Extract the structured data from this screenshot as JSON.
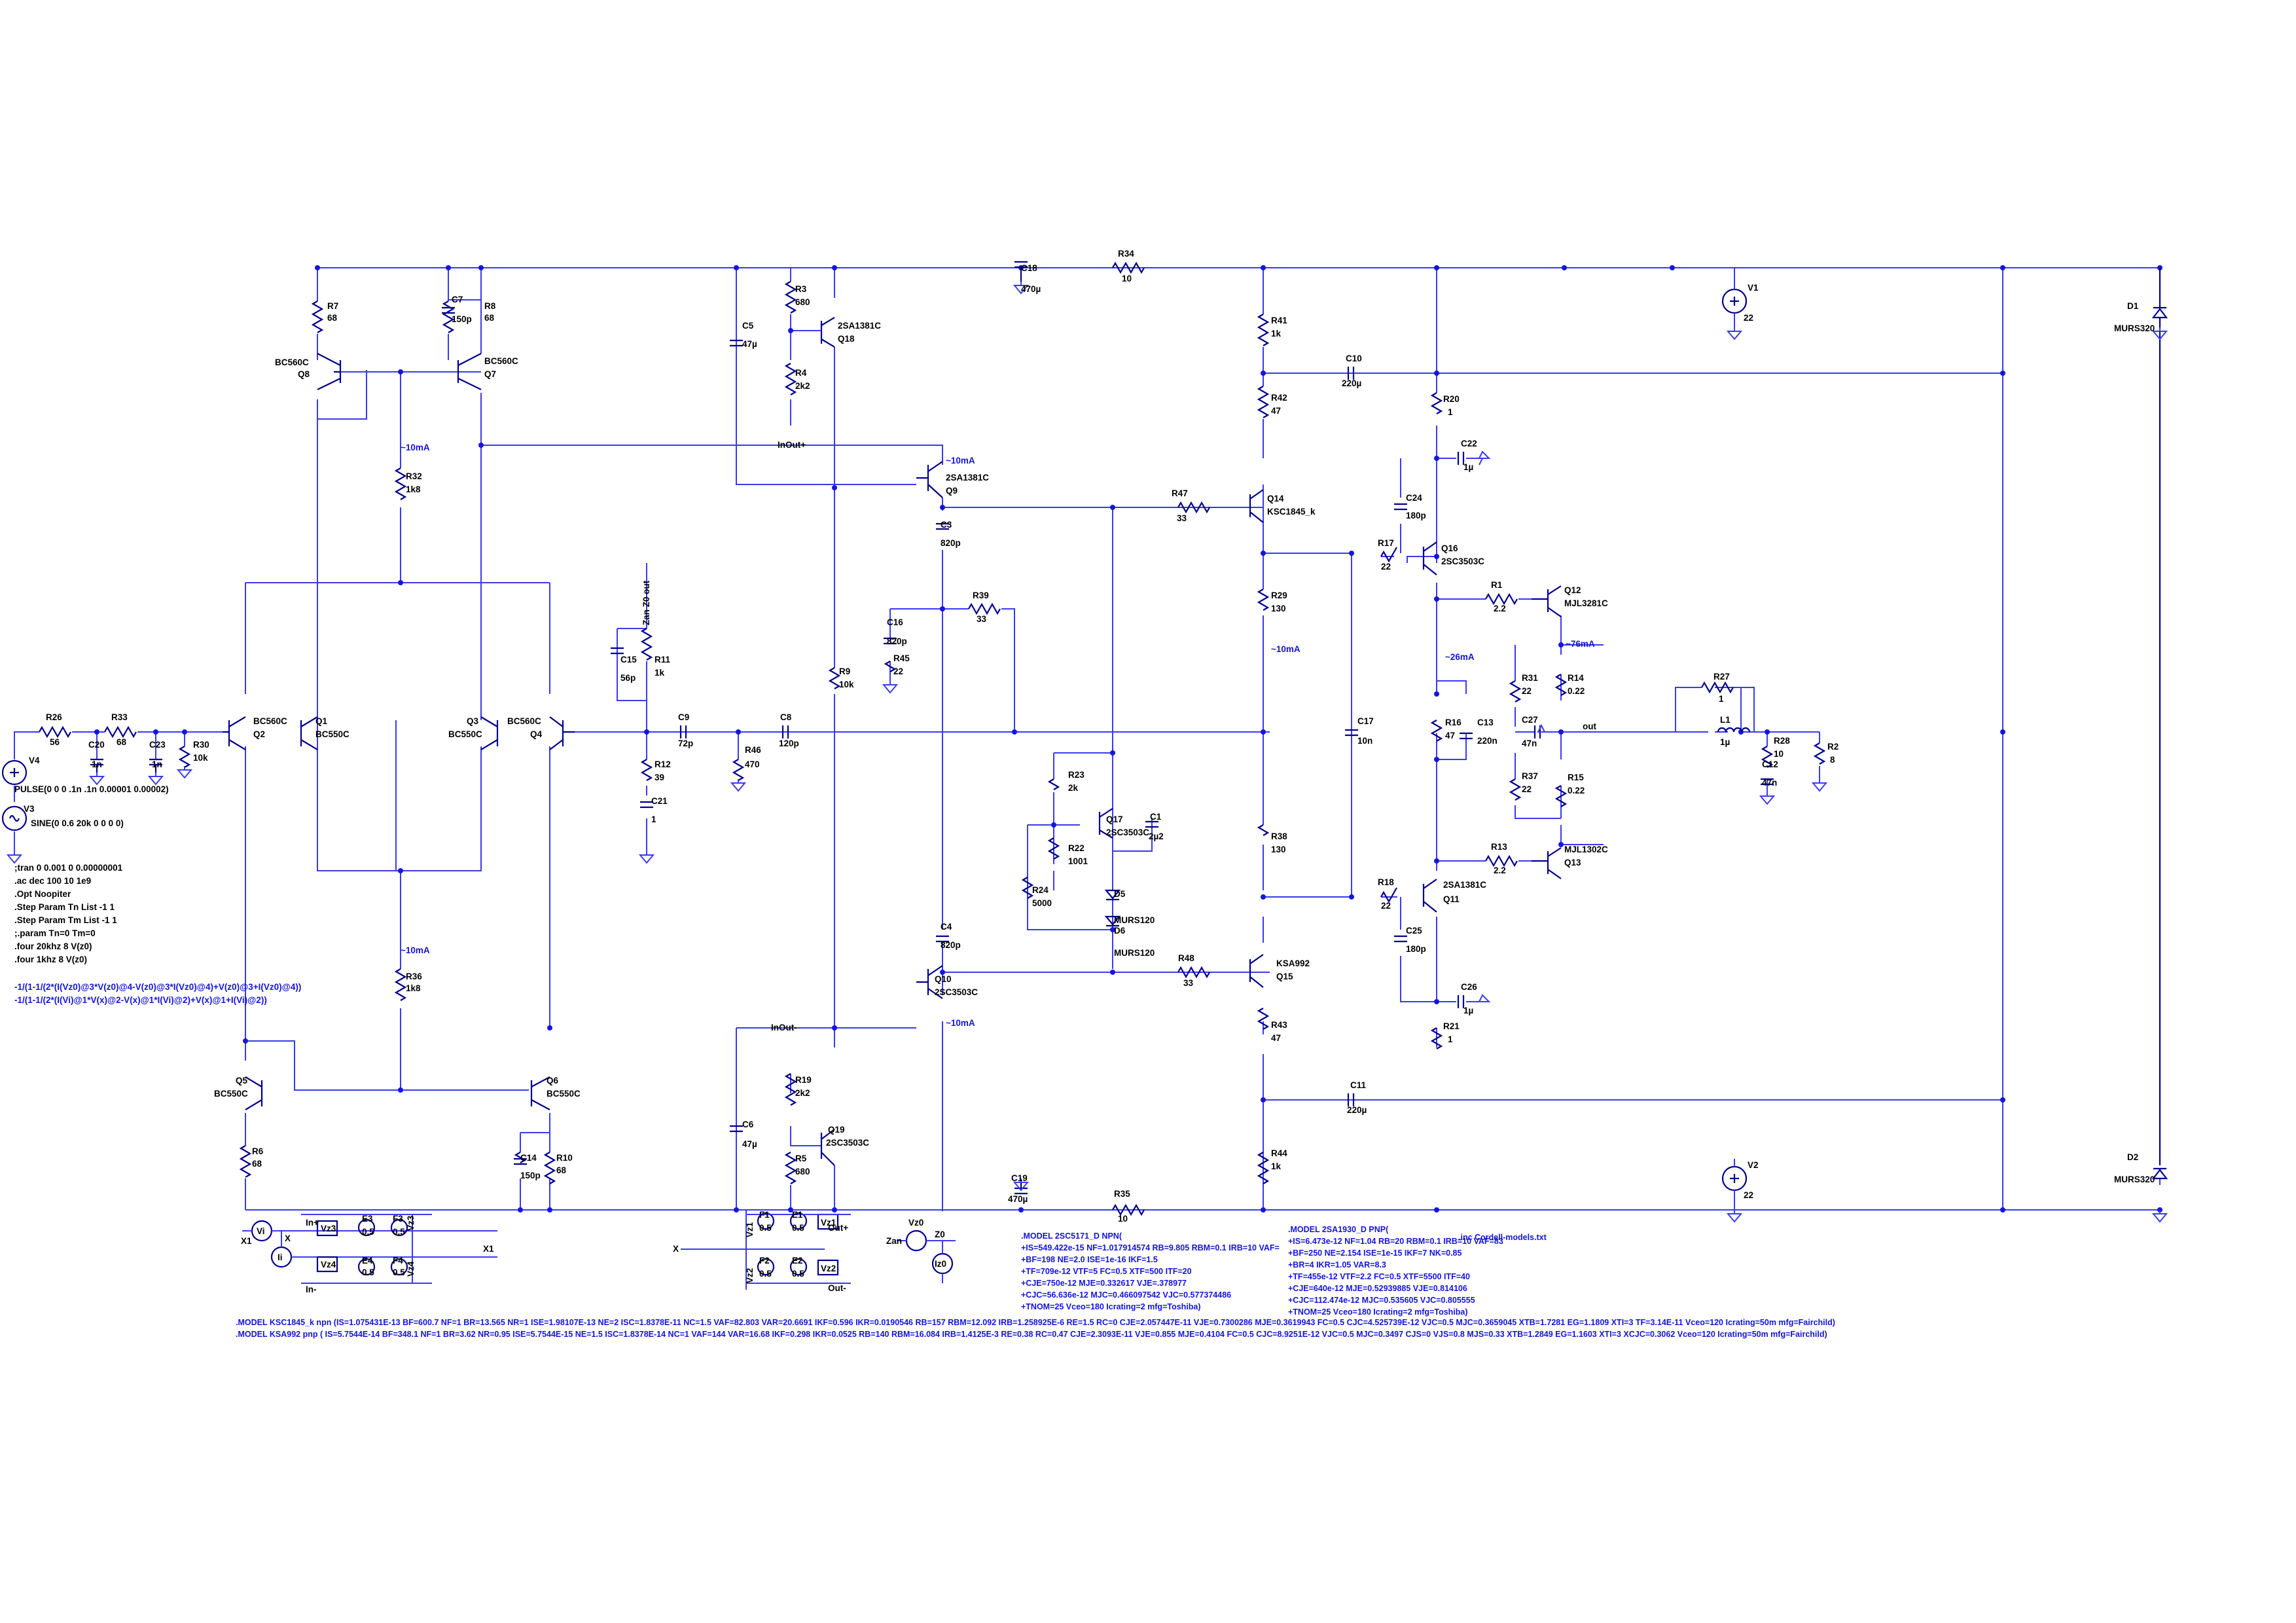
{
  "colors": {
    "wire": "#3a3af0",
    "component": "#00008b",
    "text": "#000000",
    "directive": "#1414d8",
    "background": "#ffffff"
  },
  "components": [
    {
      "id": "R7",
      "value": "68"
    },
    {
      "id": "R8",
      "value": "68"
    },
    {
      "id": "C7",
      "value": "150p"
    },
    {
      "id": "Q8",
      "model": "BC560C"
    },
    {
      "id": "Q7",
      "model": "BC560C"
    },
    {
      "id": "R32",
      "value": "1k8"
    },
    {
      "id": "R36",
      "value": "1k8"
    },
    {
      "id": "Q2",
      "model": "BC560C"
    },
    {
      "id": "Q1",
      "model": "BC550C"
    },
    {
      "id": "Q3",
      "model": "BC550C"
    },
    {
      "id": "Q4",
      "model": "BC560C"
    },
    {
      "id": "Q5",
      "model": "BC550C"
    },
    {
      "id": "Q6",
      "model": "BC550C"
    },
    {
      "id": "R6",
      "value": "68"
    },
    {
      "id": "R10",
      "value": "68"
    },
    {
      "id": "C14",
      "value": "150p"
    },
    {
      "id": "R26",
      "value": "56"
    },
    {
      "id": "R33",
      "value": "68"
    },
    {
      "id": "C20",
      "value": "1n"
    },
    {
      "id": "C23",
      "value": "1n"
    },
    {
      "id": "R30",
      "value": "10k"
    },
    {
      "id": "C15",
      "value": "56p"
    },
    {
      "id": "R11",
      "value": "1k"
    },
    {
      "id": "R12",
      "value": "39"
    },
    {
      "id": "C21",
      "value": "1"
    },
    {
      "id": "C9",
      "value": "72p"
    },
    {
      "id": "R46",
      "value": "470"
    },
    {
      "id": "C8",
      "value": "120p"
    },
    {
      "id": "C5",
      "value": "47µ"
    },
    {
      "id": "R3",
      "value": "680"
    },
    {
      "id": "R4",
      "value": "2k2"
    },
    {
      "id": "Q18",
      "model": "2SA1381C"
    },
    {
      "id": "Q9",
      "model": "2SA1381C"
    },
    {
      "id": "C3",
      "value": "820p"
    },
    {
      "id": "C16",
      "value": "820p"
    },
    {
      "id": "R45",
      "value": "22"
    },
    {
      "id": "R39",
      "value": "33"
    },
    {
      "id": "R9",
      "value": "10k"
    },
    {
      "id": "C4",
      "value": "820p"
    },
    {
      "id": "Q10",
      "model": "2SC3503C"
    },
    {
      "id": "C6",
      "value": "47µ"
    },
    {
      "id": "R19",
      "value": "2k2"
    },
    {
      "id": "Q19",
      "model": "2SC3503C"
    },
    {
      "id": "R5",
      "value": "680"
    },
    {
      "id": "C18",
      "value": "470µ"
    },
    {
      "id": "R34",
      "value": "10"
    },
    {
      "id": "C19",
      "value": "470µ"
    },
    {
      "id": "R35",
      "value": "10"
    },
    {
      "id": "R23",
      "value": "2k"
    },
    {
      "id": "Q17",
      "model": "2SC3503C"
    },
    {
      "id": "C1",
      "value": "2µ2"
    },
    {
      "id": "R22",
      "value": "1001"
    },
    {
      "id": "R24",
      "value": "5000"
    },
    {
      "id": "D5",
      "model": "MURS120"
    },
    {
      "id": "D6",
      "model": "MURS120"
    },
    {
      "id": "R47",
      "value": "33"
    },
    {
      "id": "R48",
      "value": "33"
    },
    {
      "id": "Q14",
      "model": "KSC1845_k"
    },
    {
      "id": "Q15",
      "model": "KSA992"
    },
    {
      "id": "R41",
      "value": "1k"
    },
    {
      "id": "R42",
      "value": "47"
    },
    {
      "id": "R29",
      "value": "130"
    },
    {
      "id": "R38",
      "value": "130"
    },
    {
      "id": "R43",
      "value": "47"
    },
    {
      "id": "R44",
      "value": "1k"
    },
    {
      "id": "C10",
      "value": "220µ"
    },
    {
      "id": "C11",
      "value": "220µ"
    },
    {
      "id": "C17",
      "value": "10n"
    },
    {
      "id": "R20",
      "value": "1"
    },
    {
      "id": "C22",
      "value": "1µ"
    },
    {
      "id": "C24",
      "value": "180p"
    },
    {
      "id": "R17",
      "value": "22"
    },
    {
      "id": "Q16",
      "model": "2SC3503C"
    },
    {
      "id": "R1",
      "value": "2.2"
    },
    {
      "id": "Q12",
      "model": "MJL3281C"
    },
    {
      "id": "R16",
      "value": "47"
    },
    {
      "id": "C13",
      "value": "220n"
    },
    {
      "id": "R18",
      "value": "22"
    },
    {
      "id": "Q11",
      "model": "2SA1381C"
    },
    {
      "id": "C25",
      "value": "180p"
    },
    {
      "id": "C26",
      "value": "1µ"
    },
    {
      "id": "R21",
      "value": "1"
    },
    {
      "id": "R13",
      "value": "2.2"
    },
    {
      "id": "Q13",
      "model": "MJL1302C"
    },
    {
      "id": "R31",
      "value": "22"
    },
    {
      "id": "R37",
      "value": "22"
    },
    {
      "id": "C27",
      "value": "47n"
    },
    {
      "id": "R14",
      "value": "0.22"
    },
    {
      "id": "R15",
      "value": "0.22"
    },
    {
      "id": "R27",
      "value": "1"
    },
    {
      "id": "L1",
      "value": "1µ"
    },
    {
      "id": "R28",
      "value": "10"
    },
    {
      "id": "C12",
      "value": "47n"
    },
    {
      "id": "R2",
      "value": "8"
    },
    {
      "id": "D1",
      "model": "MURS320"
    },
    {
      "id": "D2",
      "model": "MURS320"
    },
    {
      "id": "V1",
      "value": "22"
    },
    {
      "id": "V2",
      "value": "22"
    },
    {
      "id": "V4"
    },
    {
      "id": "V3"
    }
  ],
  "v4_source": "PULSE(0 0 0 .1n .1n 0.00001 0.00002)",
  "v3_source": "SINE(0 0.6 20k 0 0 0 0)",
  "directives": [
    ";tran 0 0.001 0 0.00000001",
    ".ac dec 100 10 1e9",
    ".Opt Noopiter",
    ".Step Param Tn List -1 1",
    ".Step Param Tm List -1 1",
    ";.param Tn=0 Tm=0",
    ".four 20khz 8 V(z0)",
    ".four 1khz 8 V(z0)"
  ],
  "expressions": [
    "-1/(1-1/(2*(I(Vz0)@3*V(z0)@4-V(z0)@3*I(Vz0)@4)+V(z0)@3+I(Vz0)@4))",
    "-1/(1-1/(2*(I(Vi)@1*V(x)@2-V(x)@1*I(Vi)@2)+V(x)@1+I(Vi)@2))"
  ],
  "currents": {
    "i_upper_vas": "~10mA",
    "i_q9": "~10mA",
    "i_r29": "~10mA",
    "i_lower_ltp": "~10mA",
    "i_q10": "~10mA",
    "i_driver": "~26mA",
    "i_output": "~76mA"
  },
  "nets": {
    "out": "out",
    "zan_z0_out": "Zan Z0 out",
    "in_plus": "In+",
    "in_minus": "In-",
    "out_plus": "Out+",
    "out_minus": "Out-",
    "x": "X",
    "x1": "X1",
    "zan": "Zan",
    "z0": "Z0",
    "inout_plus": "InOut+",
    "inout_minus": "InOut-"
  },
  "probes": {
    "vz3": "Vz3",
    "vz4": "Vz4",
    "vz1": "Vz1",
    "vz2": "Vz2",
    "vz0": "Vz0",
    "iz0": "Iz0",
    "vi": "Vi",
    "ii": "Ii",
    "vz3b": "Vz3",
    "vz4b": "Vz4",
    "vz1b": "Vz1",
    "vz2b": "Vz2",
    "e3": "E3",
    "e4": "E4",
    "f3": "F3",
    "f4": "F4",
    "e1": "E1",
    "e2": "E2",
    "f1": "F1",
    "f2": "F2",
    "half": "0.5",
    "x1sym": "X1"
  },
  "models": {
    "m2sc5171_l1": ".MODEL 2SC5171_D NPN(",
    "m2sc5171_l2": "+IS=549.422e-15 NF=1.017914574 RB=9.805 RBM=0.1 IRB=10 VAF=",
    "m2sc5171_l3": "+BF=198 NE=2.0 ISE=1e-16 IKF=1.5",
    "m2sc5171_l4": "+TF=709e-12 VTF=5 FC=0.5 XTF=500 ITF=20",
    "m2sc5171_l5": "+CJE=750e-12 MJE=0.332617 VJE=.378977",
    "m2sc5171_l6": "+CJC=56.636e-12 MJC=0.466097542 VJC=0.577374486",
    "m2sc5171_l7": "+TNOM=25 Vceo=180 Icrating=2 mfg=Toshiba)",
    "m2sa1930_l1": ".MODEL 2SA1930_D PNP(",
    "m2sa1930_l2": "+IS=6.473e-12 NF=1.04 RB=20 RBM=0.1 IRB=10 VAF=83",
    "m2sa1930_l3": "+BF=250 NE=2.154 ISE=1e-15 IKF=7 NK=0.85",
    "m2sa1930_l4": "+BR=4 IKR=1.05 VAR=8.3",
    "m2sa1930_l5": "+TF=455e-12 VTF=2.2 FC=0.5 XTF=5500 ITF=40",
    "m2sa1930_l6": "+CJE=640e-12 MJE=0.52939885 VJE=0.814106",
    "m2sa1930_l7": "+CJC=112.474e-12 MJC=0.535605 VJC=0.805555",
    "m2sa1930_l8": "+TNOM=25 Vceo=180 Icrating=2 mfg=Toshiba)",
    "include": ".inc Cordell-models.txt",
    "ksc1845": ".MODEL KSC1845_k npn (IS=1.075431E-13 BF=600.7 NF=1 BR=13.565 NR=1 ISE=1.98107E-13 NE=2 ISC=1.8378E-11 NC=1.5 VAF=82.803 VAR=20.6691 IKF=0.596 IKR=0.0190546 RB=157 RBM=12.092 IRB=1.258925E-6 RE=1.5 RC=0 CJE=2.057447E-11 VJE=0.7300286 MJE=0.3619943 FC=0.5 CJC=4.525739E-12 VJC=0.5 MJC=0.3659045 XTB=1.7281 EG=1.1809 XTI=3 TF=3.14E-11 Vceo=120 Icrating=50m mfg=Fairchild)",
    "ksa992": ".MODEL KSA992 pnp ( IS=5.7544E-14 BF=348.1 NF=1 BR=3.62 NR=0.95 ISE=5.7544E-15 NE=1.5 ISC=1.8378E-14 NC=1 VAF=144 VAR=16.68 IKF=0.298 IKR=0.0525 RB=140 RBM=16.084 IRB=1.4125E-3 RE=0.38 RC=0.47 CJE=2.3093E-11 VJE=0.855 MJE=0.4104 FC=0.5 CJC=8.9251E-12 VJC=0.5 MJC=0.3497 CJS=0 VJS=0.8 MJS=0.33 XTB=1.2849 EG=1.1603 XTI=3 XCJC=0.3062 Vceo=120 Icrating=50m mfg=Fairchild)"
  }
}
